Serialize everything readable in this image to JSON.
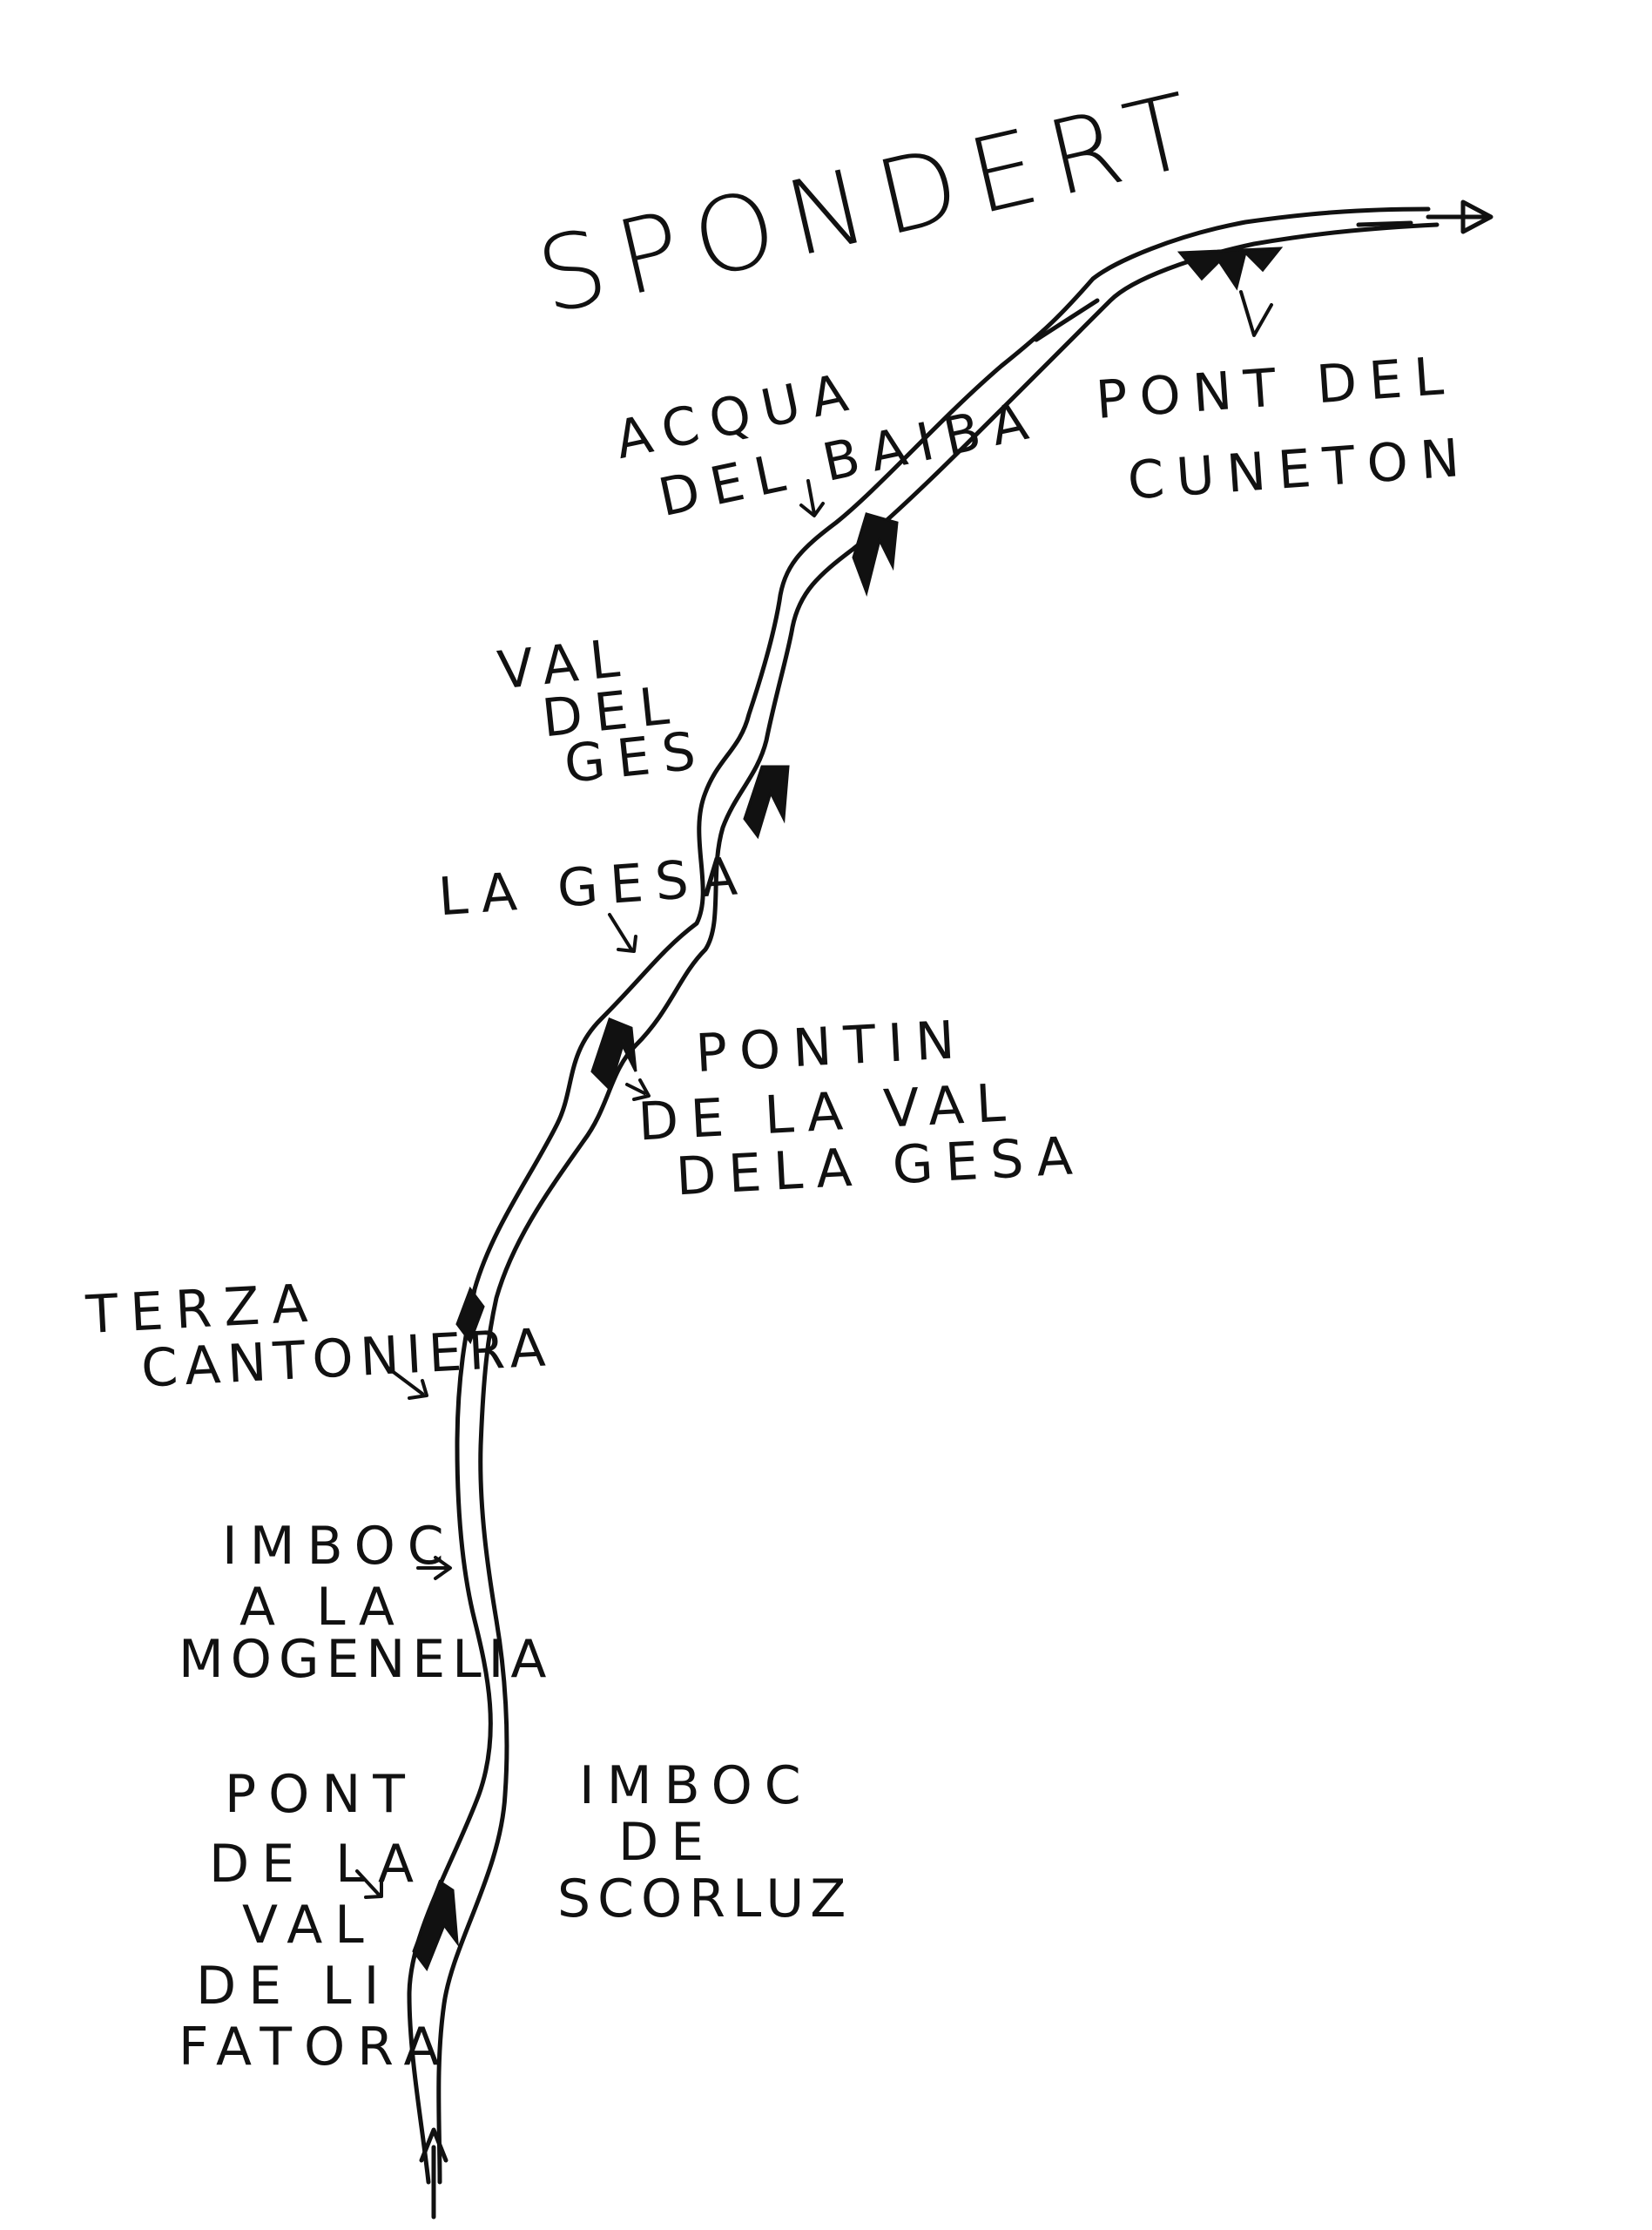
{
  "map": {
    "title": "SPONDERT",
    "labels": {
      "acqua_1": "ACQUA",
      "acqua_2": "DEL BAIBA",
      "pont_cuneton_1": "PONT DEL",
      "pont_cuneton_2": "CUNETON",
      "val_ges_1": "VAL",
      "val_ges_2": "DEL",
      "val_ges_3": "GES",
      "la_gesa": "LA GESA",
      "pontin_1": "PONTIN",
      "pontin_2": "DE LA VAL",
      "pontin_3": "DELA GESA",
      "terza_1": "TERZA",
      "terza_2": "CANTONIERA",
      "imboc_mog_1": "IMBOC",
      "imboc_mog_2": "A LA",
      "imboc_mog_3": "MOGENELIA",
      "imboc_sc_1": "IMBOC",
      "imboc_sc_2": "DE",
      "imboc_sc_3": "SCORLUZ",
      "pont_fat_1": "PONT",
      "pont_fat_2": "DE LA",
      "pont_fat_3": "VAL",
      "pont_fat_4": "DE LI",
      "pont_fat_5": "FATORA"
    },
    "colors": {
      "ink": "#111111",
      "paper": "#ffffff"
    },
    "icons": [
      "start-arrow-icon",
      "end-arrow-icon",
      "bridge-hatch-icon",
      "pointer-arrow-icon"
    ]
  }
}
